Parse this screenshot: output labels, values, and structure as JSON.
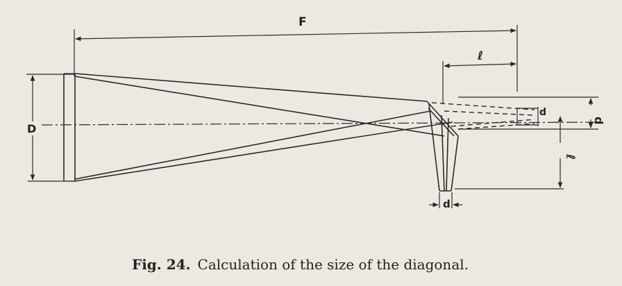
{
  "labels": {
    "focal": "F",
    "diameter": "D",
    "dist_top": "ℓ",
    "dist_side": "ℓ",
    "diag_top": "d",
    "diag_right": "d",
    "diag_bottom": "d"
  },
  "caption": {
    "fig": "Fig. 24.",
    "text": "Calculation of the size of the diagonal."
  }
}
